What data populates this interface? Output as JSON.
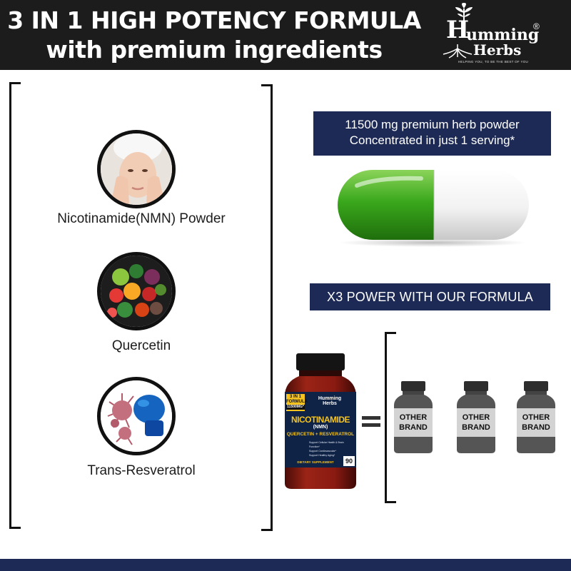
{
  "header": {
    "title_line1": "3 IN 1 HIGH POTENCY FORMULA",
    "title_line2": "with premium ingredients"
  },
  "logo": {
    "letter_h": "H",
    "word1": "umming",
    "word2": "Herbs",
    "registered": "®",
    "tagline": "HELPING YOU, TO BE THE BEST OF YOU"
  },
  "ingredients": [
    {
      "label": "Nicotinamide(NMN) Powder",
      "icon": "face-portrait-icon"
    },
    {
      "label": "Quercetin",
      "icon": "vegetables-icon"
    },
    {
      "label": "Trans-Resveratrol",
      "icon": "virus-boxing-glove-icon"
    }
  ],
  "banner_top": {
    "line1": "11500 mg premium herb powder",
    "line2": "Concentrated in just 1 serving*"
  },
  "banner_power": "X3 POWER WITH OUR FORMULA",
  "product": {
    "badge_line1": "3 IN 1",
    "badge_line2": "FORMULA",
    "badge_line3": "11500MG*",
    "brand": "Humming Herbs",
    "name": "NICOTINAMIDE",
    "sub": "(NMN)",
    "combo": "QUERCETIN + RESVERATROL",
    "bullet1": "Support Cellular Health & Brain Function*",
    "bullet2": "Support Cardiovascular*",
    "bullet3": "Support Healthy Aging*",
    "footer": "DIETARY SUPPLEMENT",
    "count": "90"
  },
  "other_brands": [
    {
      "line1": "OTHER",
      "line2": "BRAND"
    },
    {
      "line1": "OTHER",
      "line2": "BRAND"
    },
    {
      "line1": "OTHER",
      "line2": "BRAND"
    }
  ],
  "colors": {
    "header_bg": "#1c1c1c",
    "banner_bg": "#1d2a55",
    "capsule_green": "#3aa81c",
    "capsule_white": "#f2f2f2",
    "bottle_red": "#8a1a12"
  }
}
